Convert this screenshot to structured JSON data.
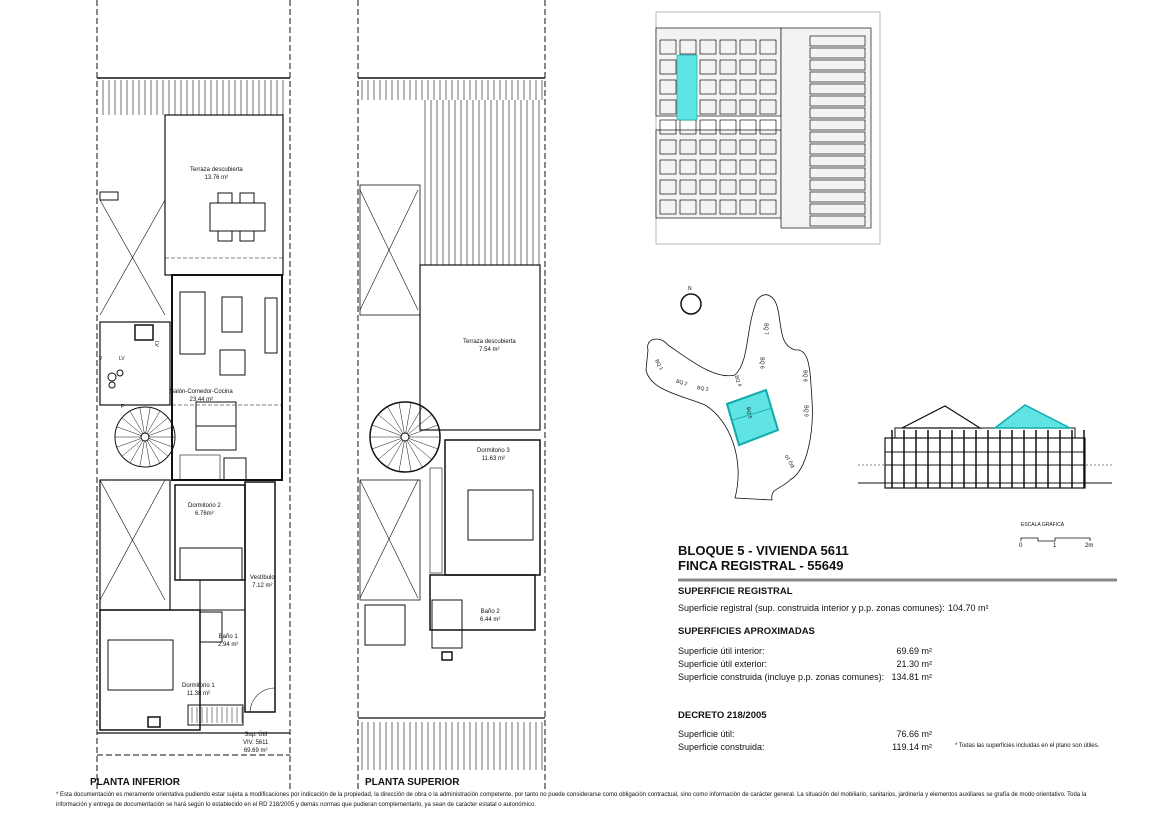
{
  "plans": {
    "lower": {
      "name": "PLANTA INFERIOR",
      "rooms": [
        {
          "name": "Terraza descubierta",
          "area": "13.76 m²"
        },
        {
          "name": "Salón-Comedor-Cocina",
          "area": "23.44 m²"
        },
        {
          "name": "Dormitorio 2",
          "area": "6.76m²"
        },
        {
          "name": "Vestíbulo",
          "area": "7.12 m²"
        },
        {
          "name": "Baño 1",
          "area": "2.94 m²"
        },
        {
          "name": "Dormitorio 1",
          "area": "11.38 m²"
        }
      ],
      "kitchen_marks": [
        "LV",
        "F",
        "V",
        "LV"
      ],
      "sup_util": {
        "line1": "Sup. Útil",
        "line2": "VIV. 5611",
        "line3": "69.69 m²"
      }
    },
    "upper": {
      "name": "PLANTA SUPERIOR",
      "rooms": [
        {
          "name": "Terraza descubierta",
          "area": "7.54 m²"
        },
        {
          "name": "Dormitorio 3",
          "area": "11.63 m²"
        },
        {
          "name": "Baño 2",
          "area": "6.44 m²"
        }
      ]
    }
  },
  "site": {
    "north": "N",
    "blocks": [
      "BQ 1",
      "BQ 2",
      "BQ 3",
      "BQ 4",
      "BQ 5",
      "BQ 6",
      "BQ 7",
      "BQ 8",
      "BQ 9",
      "BQ 10"
    ],
    "highlight_color": "#5fe3e3"
  },
  "scale": {
    "label": "ESCALA GRÁFICA",
    "ticks": [
      "0",
      "1",
      "2m"
    ]
  },
  "info": {
    "title_line1": "BLOQUE 5 - VIVIENDA 5611",
    "title_line2": "FINCA REGISTRAL - 55649",
    "registral": {
      "heading": "SUPERFICIE REGISTRAL",
      "label": "Superficie registral (sup. construida interior y p.p. zonas comunes):",
      "value": "104.70 m²"
    },
    "aproximadas": {
      "heading": "SUPERFICIES APROXIMADAS",
      "rows": [
        {
          "label": "Superficie útil interior:",
          "value": "69.69 m²"
        },
        {
          "label": "Superficie útil exterior:",
          "value": "21.30 m²"
        },
        {
          "label": "Superficie construida (incluye p.p. zonas comunes):",
          "value": "134.81 m²"
        }
      ]
    },
    "decreto": {
      "heading": "DECRETO 218/2005",
      "rows": [
        {
          "label": "Superficie útil:",
          "value": "76.66 m²"
        },
        {
          "label": "Superficie construida:",
          "value": "119.14 m²"
        }
      ],
      "note": "* Todas las superficies incluidas en el plano son útiles."
    }
  },
  "footer": "* Esta documentación es meramente orientativa pudiendo estar sujeta a modificaciones por indicación de la propiedad, la dirección de obra o la administración competente, por tanto no puede considerarse como obligación contractual, sino como información de carácter general. La situación del mobiliario, sanitarios, jardinería y elementos auxiliares se grafía de modo orientativo. Toda la información y entrega de documentación se hará según lo establecido en el RD 218/2005 y demás normas que pudieran complementarlo, ya sean de carácter estatal o autonómico."
}
